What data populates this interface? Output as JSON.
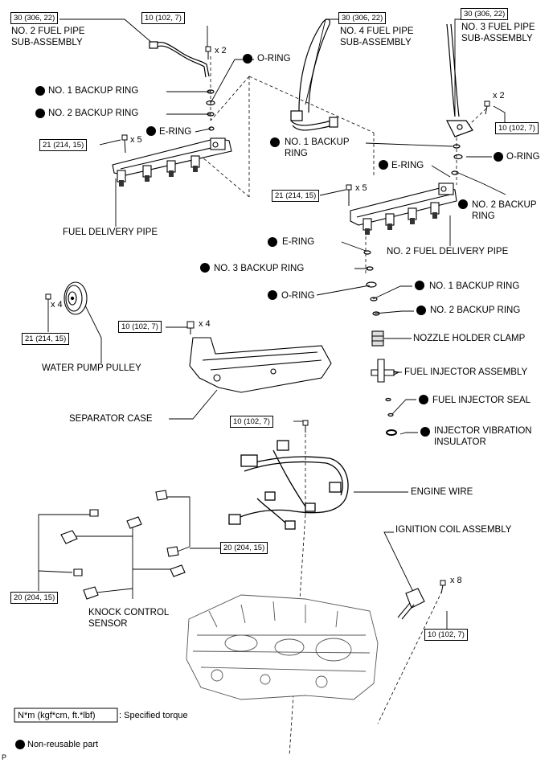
{
  "torques": {
    "t_fuelpipe2": "30 (306, 22)",
    "t_bolt_top": "10 (102, 7)",
    "t_fuelpipe4": "30 (306, 22)",
    "t_fuelpipe3": "30 (306, 22)",
    "t_bolt_right": "10 (102, 7)",
    "t_deliv_left": "21 (214, 15)",
    "t_deliv_right": "21 (214, 15)",
    "t_pulley": "21 (214, 15)",
    "t_separator": "10 (102, 7)",
    "t_wire": "10 (102, 7)",
    "t_knock_right": "20 (204, 15)",
    "t_knock_left": "20 (204, 15)",
    "t_coil": "10 (102, 7)"
  },
  "multipliers": {
    "m_top": "x 2",
    "m_right": "x 2",
    "m_deliv_left": "x 5",
    "m_deliv_right": "x 5",
    "m_pulley": "x 4",
    "m_separator": "x 4",
    "m_coil": "x 8"
  },
  "labels": {
    "fuel_pipe_2": "NO. 2 FUEL PIPE\nSUB-ASSEMBLY",
    "fuel_pipe_4": "NO. 4 FUEL PIPE\nSUB-ASSEMBLY",
    "fuel_pipe_3": "NO. 3 FUEL PIPE\nSUB-ASSEMBLY",
    "oring_top": "O-RING",
    "backup1_left": "NO. 1 BACKUP RING",
    "backup2_left": "NO. 2 BACKUP RING",
    "ering_left": "E-RING",
    "backup1_mid": "NO. 1 BACKUP\nRING",
    "oring_right": "O-RING",
    "ering_right": "E-RING",
    "backup2_right": "NO. 2 BACKUP\nRING",
    "fuel_delivery_pipe": "FUEL DELIVERY PIPE",
    "ering_mid": "E-RING",
    "fuel_delivery_pipe_2": "NO. 2 FUEL DELIVERY PIPE",
    "backup3": "NO. 3 BACKUP RING",
    "oring_mid": "O-RING",
    "backup1_inj": "NO. 1 BACKUP RING",
    "backup2_inj": "NO. 2 BACKUP RING",
    "nozzle_clamp": "NOZZLE HOLDER CLAMP",
    "injector_assembly": "FUEL INJECTOR ASSEMBLY",
    "injector_seal": "FUEL INJECTOR SEAL",
    "vibration_insulator": "INJECTOR VIBRATION\nINSULATOR",
    "water_pump_pulley": "WATER PUMP PULLEY",
    "separator_case": "SEPARATOR CASE",
    "engine_wire": "ENGINE WIRE",
    "ignition_coil": "IGNITION COIL ASSEMBLY",
    "knock_sensor": "KNOCK CONTROL\nSENSOR"
  },
  "legend": {
    "torque_unit": "N*m (kgf*cm, ft.*lbf)",
    "torque_desc": ": Specified torque",
    "nonreusable": "Non-reusable part"
  },
  "corner_code": "P"
}
